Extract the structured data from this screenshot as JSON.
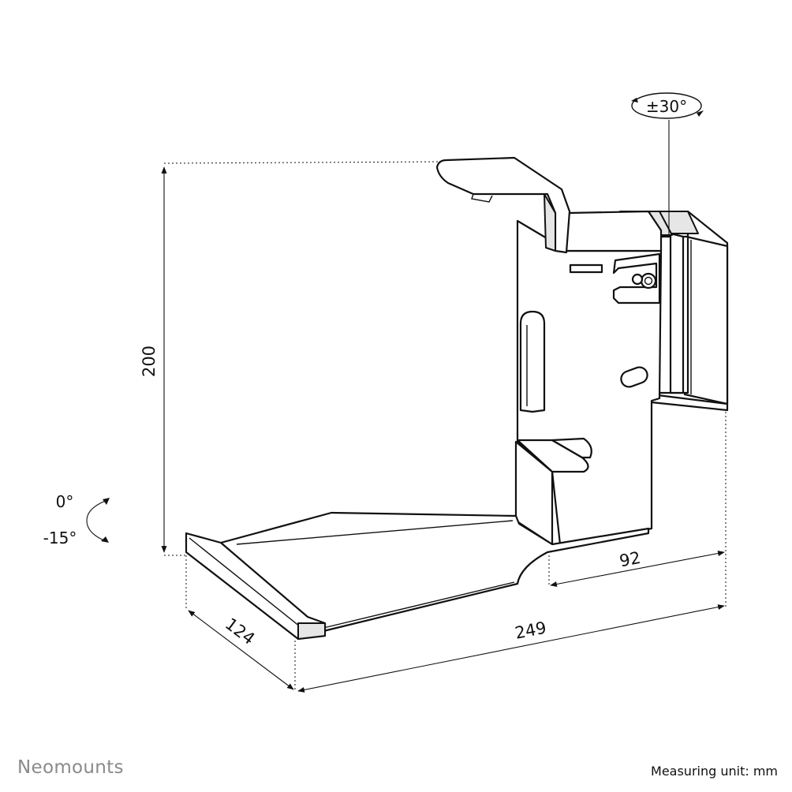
{
  "brand": {
    "name": "Neomounts"
  },
  "footer": {
    "measuring_unit": "Measuring unit: mm"
  },
  "dimensions": {
    "height": "200",
    "depth": "124",
    "width": "249",
    "wall_offset": "92"
  },
  "angles": {
    "swivel": "±30°",
    "tilt_top": "0°",
    "tilt_bottom": "-15°"
  }
}
